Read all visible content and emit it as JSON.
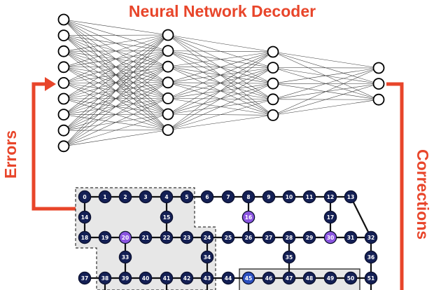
{
  "title": "Neural Network Decoder",
  "labels": {
    "left": "Errors",
    "right": "Corrections"
  },
  "network": {
    "layers": [
      9,
      7,
      5,
      3
    ]
  },
  "lattice": {
    "qubits": [
      "0",
      "1",
      "2",
      "3",
      "4",
      "5",
      "6",
      "7",
      "8",
      "9",
      "10",
      "11",
      "12",
      "13",
      "14",
      "15",
      "16",
      "17",
      "18",
      "19",
      "20",
      "21",
      "22",
      "23",
      "24",
      "25",
      "26",
      "27",
      "28",
      "29",
      "30",
      "31",
      "32",
      "33",
      "34",
      "35",
      "36",
      "37",
      "38",
      "39",
      "40",
      "41",
      "42",
      "43",
      "44",
      "45",
      "46",
      "47",
      "48",
      "49",
      "50",
      "51"
    ],
    "highlighted": [
      "16",
      "20",
      "30"
    ],
    "highlighted_secondary": [
      "45"
    ]
  },
  "colors": {
    "accent": "#e8452a",
    "node": "#142055",
    "highlight": "#8b55e0",
    "highlight_secondary": "#2b4fbf",
    "region": "#e7e7e7"
  }
}
